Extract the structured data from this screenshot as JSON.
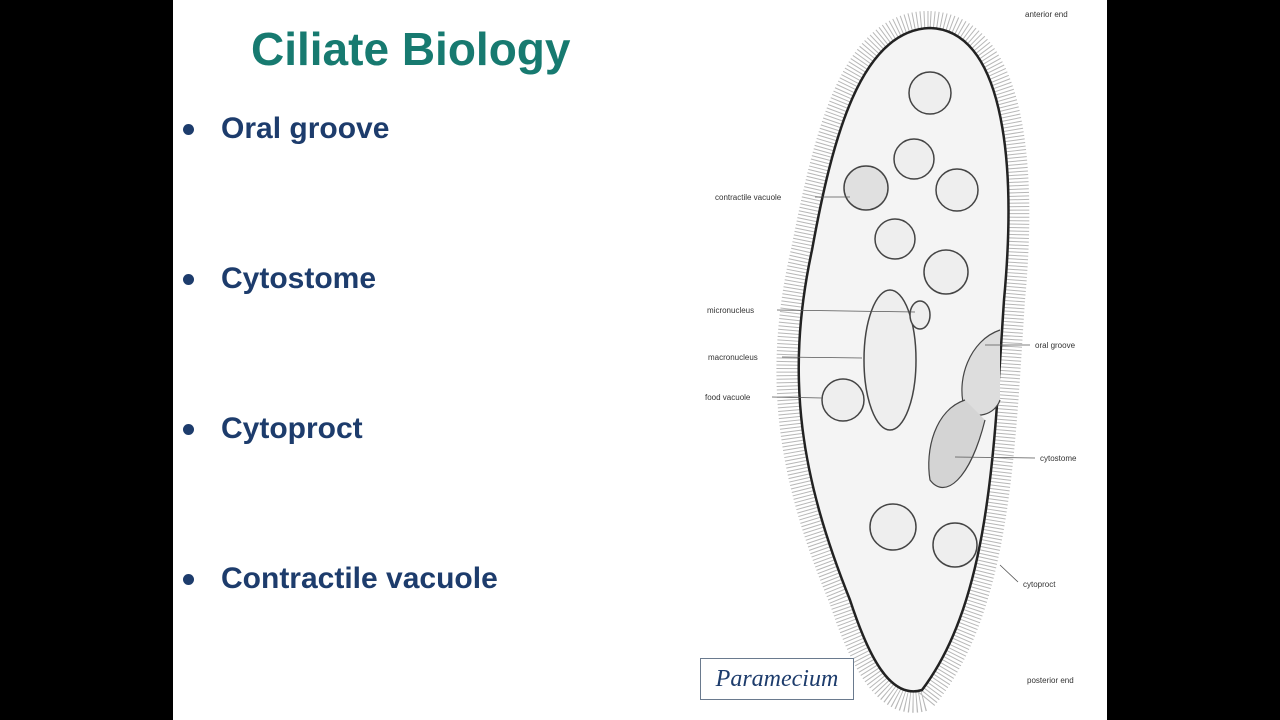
{
  "slide": {
    "title": "Ciliate Biology",
    "bullets": [
      "Oral groove",
      "Cytostome",
      "Cytoproct",
      "Contractile vacuole"
    ]
  },
  "diagram": {
    "caption": "Paramecium",
    "labels": {
      "anterior_end": "anterior end",
      "contractile_vacuole": "contractile vacuole",
      "micronucleus": "micronucleus",
      "macronucleus": "macronucleus",
      "food_vacuole": "food vacuole",
      "oral_groove": "oral groove",
      "cytostome": "cytostome",
      "cytoproct": "cytoproct",
      "posterior_end": "posterior end"
    }
  },
  "colors": {
    "title": "#177a70",
    "bullets": "#1d3c6c",
    "background": "#000000"
  }
}
